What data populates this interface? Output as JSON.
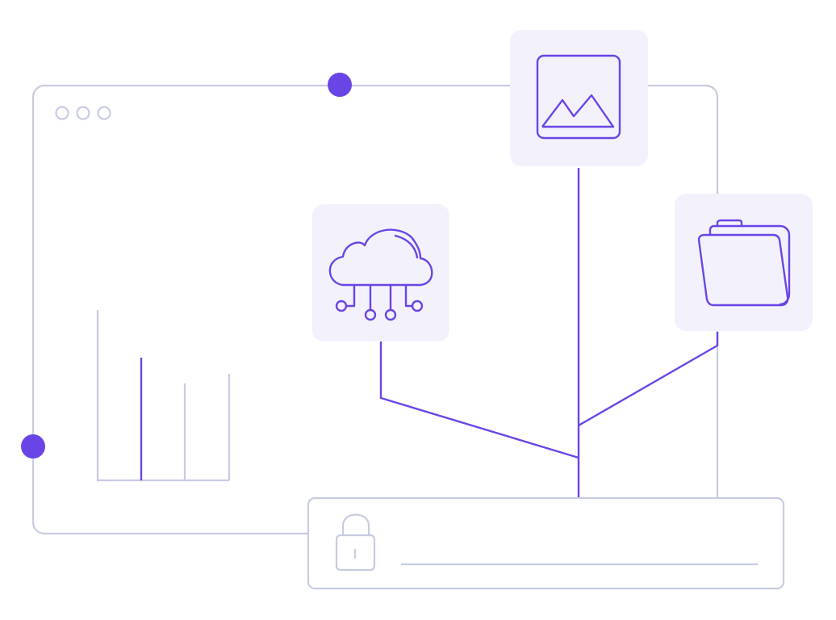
{
  "colors": {
    "outline": "#c8cbe3",
    "accent": "#6a45e6",
    "tile": "#f3f2fc",
    "background": "#ffffff"
  },
  "window": {
    "controls": [
      "window-dot",
      "window-dot",
      "window-dot"
    ]
  },
  "icons": {
    "image": "image-icon",
    "cloud": "cloud-network-icon",
    "folder": "folder-icon",
    "lock": "lock-icon"
  },
  "mini_chart": {
    "bars": 3,
    "highlighted_bar_index": 0
  }
}
